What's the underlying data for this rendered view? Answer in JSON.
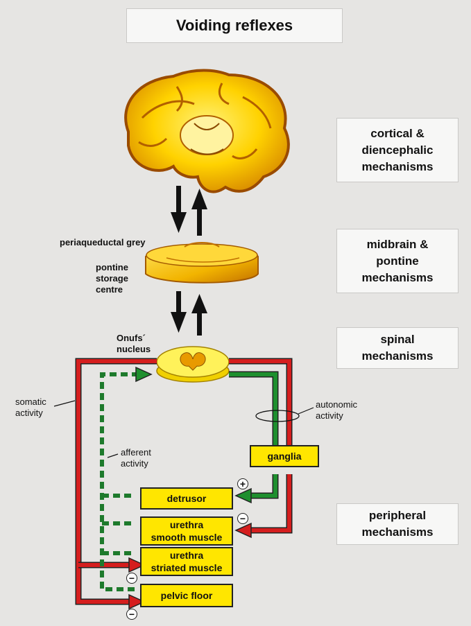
{
  "title": "Voiding reflexes",
  "mechanisms": {
    "cortical": [
      "cortical &",
      "diencephalic",
      "mechanisms"
    ],
    "midbrain": [
      "midbrain &",
      "pontine",
      "mechanisms"
    ],
    "spinal": [
      "spinal",
      "mechanisms"
    ],
    "peripheral": [
      "peripheral",
      "mechanisms"
    ]
  },
  "labels": {
    "periaqueductal": "periaqueductal grey",
    "pontine": [
      "pontine",
      "storage",
      "centre"
    ],
    "onufs": [
      "Onufs´",
      "nucleus"
    ],
    "somatic": [
      "somatic",
      "activity"
    ],
    "autonomic": [
      "autonomic",
      "activity"
    ],
    "afferent": [
      "afferent",
      "activity"
    ]
  },
  "targets": {
    "ganglia": "ganglia",
    "detrusor": "detrusor",
    "urethra_smooth": [
      "urethra",
      "smooth muscle"
    ],
    "urethra_striated": [
      "urethra",
      "striated muscle"
    ],
    "pelvic_floor": "pelvic floor"
  },
  "signs": {
    "plus": "+",
    "minus": "−"
  },
  "colors": {
    "efferent_somatic": "#d51e1e",
    "autonomic_green": "#1e8f2e",
    "afferent_dashed": "#1e7a2c",
    "box_yellow": "#ffe600",
    "brain_orange": "#e0a000"
  }
}
